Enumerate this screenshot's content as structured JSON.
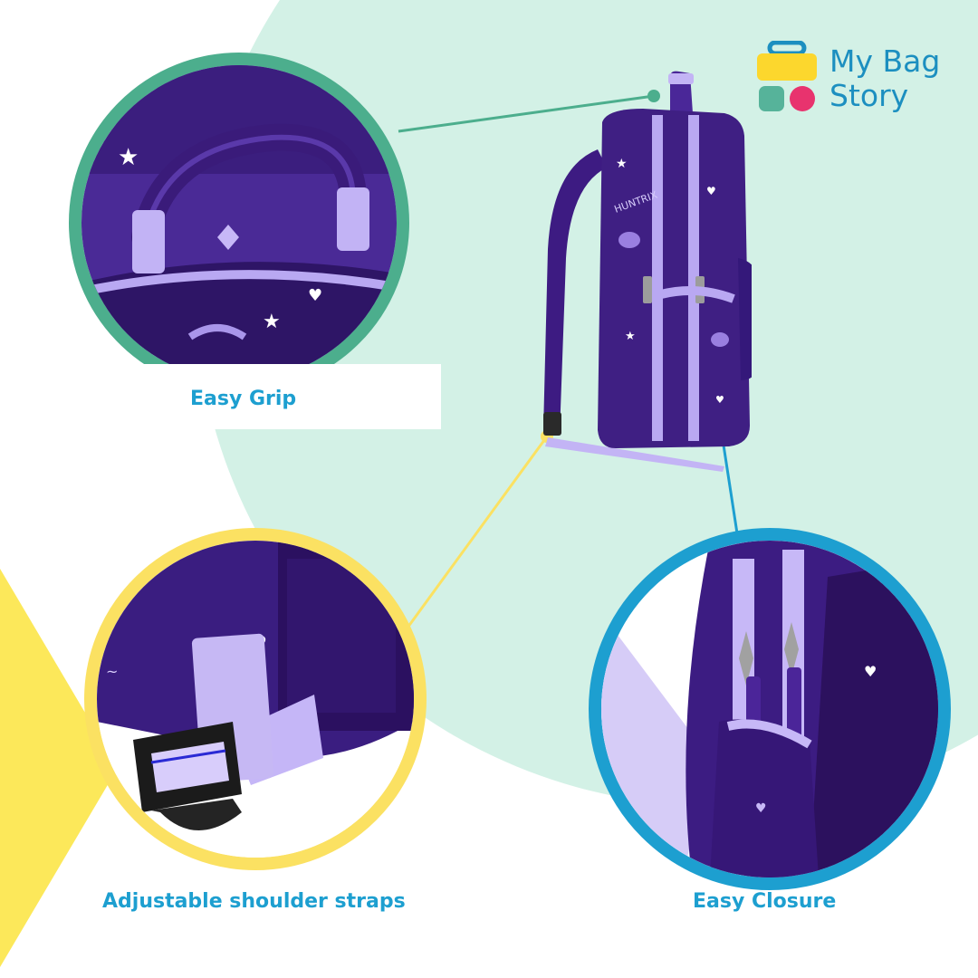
{
  "brand": {
    "name_line1": "My Bag",
    "name_line2": "Story",
    "icon": "suitcase-logo-icon",
    "colors": {
      "yellow": "#fcd72d",
      "teal": "#56b39a",
      "pink": "#e8336e",
      "text": "#1c8fc0"
    }
  },
  "features": [
    {
      "label": "Easy Grip",
      "ring_color": "#4cae8d",
      "icon": "handle-detail"
    },
    {
      "label": "Adjustable shoulder straps",
      "ring_color": "#fbe162",
      "icon": "buckle-detail"
    },
    {
      "label": "Easy Closure",
      "ring_color": "#1d9fd0",
      "icon": "zipper-detail"
    }
  ],
  "product": {
    "color": "#3f1f83",
    "accent": "#b9a8f2",
    "print_text": "HUNTRIX"
  },
  "colors": {
    "background": "#ffffff",
    "mint": "#d3f1e6",
    "yellow": "#fce85a",
    "caption": "#1d9fd0"
  }
}
